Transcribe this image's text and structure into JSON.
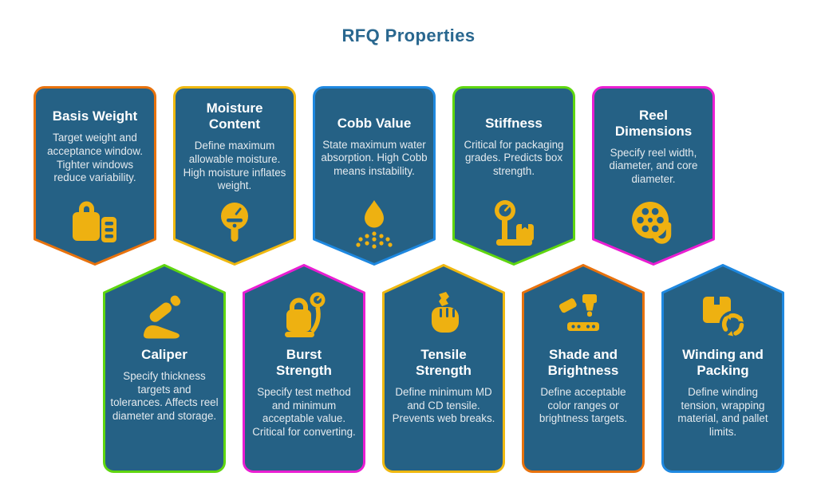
{
  "title": "RFQ Properties",
  "colors": {
    "background": "#ffffff",
    "title_color": "#29678F",
    "card_fill": "#256185",
    "icon_color": "#EEB111",
    "card_title_color": "#FFFFFF",
    "card_desc_color": "#E4EAEE"
  },
  "cards": [
    {
      "title": "Basis Weight",
      "description": "Target weight and acceptance window. Tighter windows reduce variability.",
      "border_color": "#E8720D",
      "row": "top",
      "icon": "clipboard-list-icon"
    },
    {
      "title": "Moisture Content",
      "description": "Define maximum allowable moisture. High moisture inflates weight.",
      "border_color": "#EFB810",
      "row": "top",
      "icon": "moisture-meter-icon"
    },
    {
      "title": "Cobb Value",
      "description": "State maximum water absorption. High Cobb means instability.",
      "border_color": "#1E88E0",
      "row": "top",
      "icon": "water-spray-icon"
    },
    {
      "title": "Stiffness",
      "description": "Critical for packaging grades. Predicts box strength.",
      "border_color": "#5FD610",
      "row": "top",
      "icon": "scale-box-icon"
    },
    {
      "title": "Reel Dimensions",
      "description": "Specify reel width, diameter, and core diameter.",
      "border_color": "#E91ED2",
      "row": "top",
      "icon": "reel-hook-icon"
    },
    {
      "title": "Caliper",
      "description": "Specify thickness targets and tolerances. Affects reel diameter and storage.",
      "border_color": "#5FD610",
      "row": "bottom",
      "icon": "marker-icon"
    },
    {
      "title": "Burst Strength",
      "description": "Specify test method and minimum acceptable value. Critical for converting.",
      "border_color": "#E91ED2",
      "row": "bottom",
      "icon": "pressure-gauge-icon"
    },
    {
      "title": "Tensile Strength",
      "description": "Define minimum MD and CD tensile. Prevents web breaks.",
      "border_color": "#EFB810",
      "row": "bottom",
      "icon": "fist-icon"
    },
    {
      "title": "Shade and Brightness",
      "description": "Define acceptable color ranges or brightness targets.",
      "border_color": "#E8720D",
      "row": "bottom",
      "icon": "spray-gun-icon"
    },
    {
      "title": "Winding and Packing",
      "description": "Define winding tension, wrapping material, and pallet limits.",
      "border_color": "#1E88E0",
      "row": "bottom",
      "icon": "box-recycle-icon"
    }
  ]
}
